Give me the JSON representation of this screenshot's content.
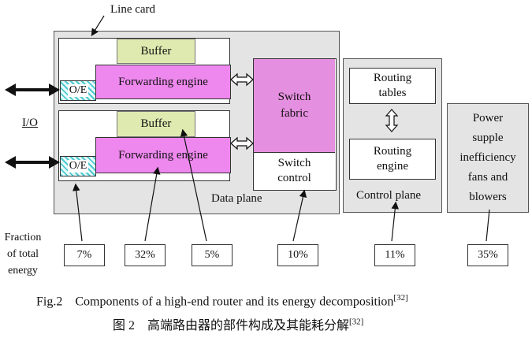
{
  "labels": {
    "line_card": "Line card",
    "io": "I/O",
    "data_plane": "Data plane",
    "control_plane": "Control plane",
    "fraction": [
      "Fraction",
      "of total",
      "energy"
    ]
  },
  "line_cards": [
    {
      "buffer": "Buffer",
      "forwarding_engine": "Forwarding engine",
      "oe": "O/E"
    },
    {
      "buffer": "Buffer",
      "forwarding_engine": "Forwarding engine",
      "oe": "O/E"
    }
  ],
  "switch": {
    "fabric": [
      "Switch",
      "fabric"
    ],
    "control": [
      "Switch",
      "control"
    ]
  },
  "control": {
    "routing_tables": [
      "Routing",
      "tables"
    ],
    "routing_engine": [
      "Routing",
      "engine"
    ]
  },
  "power": [
    "Power",
    "supple",
    "inefficiency",
    "fans and",
    "blowers"
  ],
  "energy_percentages": [
    "7%",
    "32%",
    "5%",
    "10%",
    "11%",
    "35%"
  ],
  "caption": {
    "en_prefix": "Fig.2    Components of a high-end router and its energy decomposition",
    "en_ref": "[32]",
    "zh_prefix": "图 2    高端路由器的部件构成及其能耗分解",
    "zh_ref": "[32]"
  },
  "colors": {
    "forwarding_engine": "#ee88ee",
    "switch_fabric": "#e58fe0",
    "buffer": "#dfeab0",
    "oe_hatch": "#4fc9d0",
    "panel": "#e4e4e4"
  }
}
